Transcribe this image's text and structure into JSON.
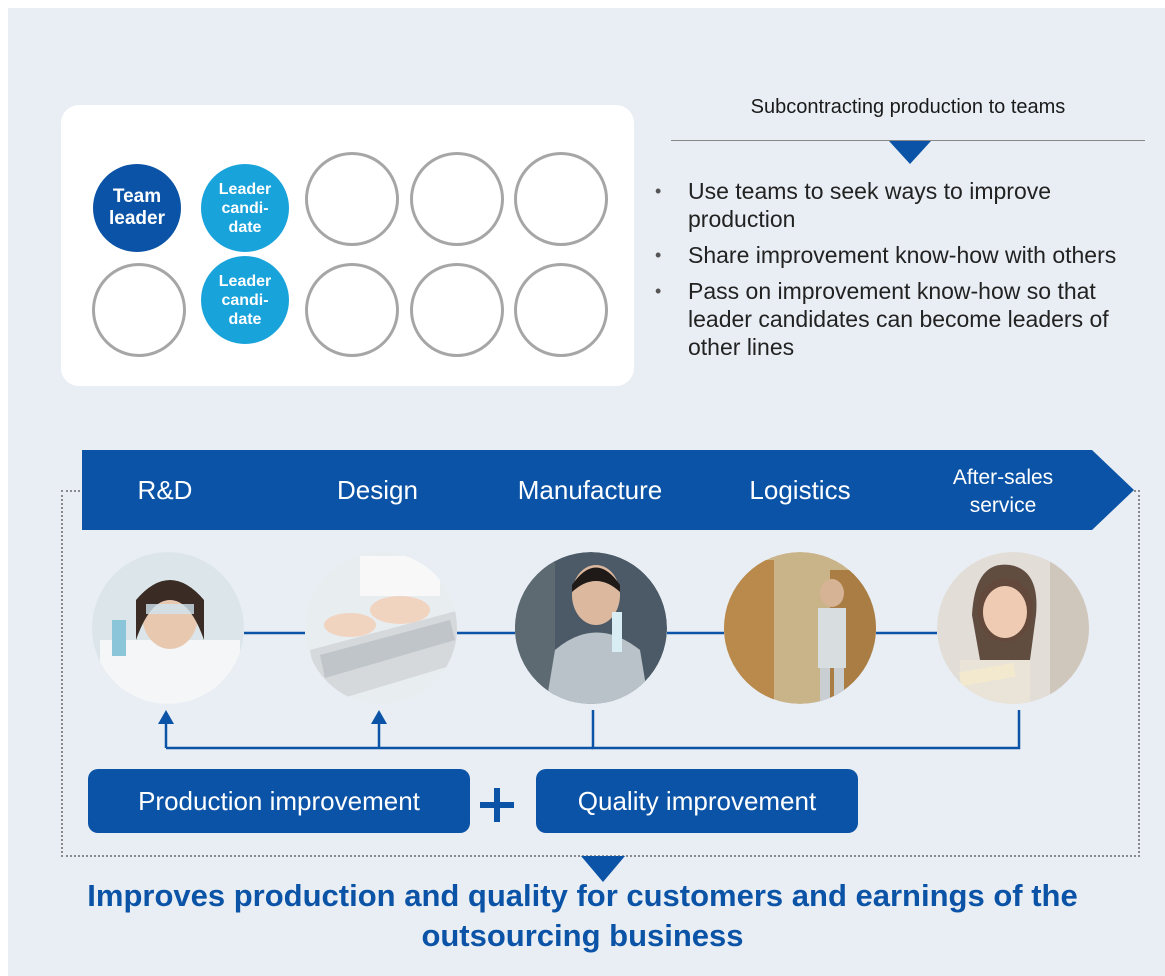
{
  "team": {
    "leader_label": "Team\nleader",
    "candidate_label": "Leader\ncandi-\ndate"
  },
  "right": {
    "heading": "Subcontracting production to teams",
    "bullets": [
      "Use teams to seek ways to improve production",
      "Share improvement know-how with others",
      "Pass on improvement know-how so that leader candidates can become leaders of other lines"
    ]
  },
  "stages": [
    "R&D",
    "Design",
    "Manufacture",
    "Logistics",
    "After-sales\nservice"
  ],
  "photos": [
    "researcher-photo",
    "typing-photo",
    "factory-worker-photo",
    "warehouse-worker-photo",
    "customer-service-photo"
  ],
  "improvements": {
    "production": "Production improvement",
    "plus": "+",
    "quality": "Quality improvement"
  },
  "conclusion": "Improves production and quality for customers and earnings of the outsourcing  business",
  "colors": {
    "primary": "#0b53a6",
    "accent": "#19a3db",
    "panel": "#e9eef4",
    "circle_border": "#a6a6a6"
  }
}
